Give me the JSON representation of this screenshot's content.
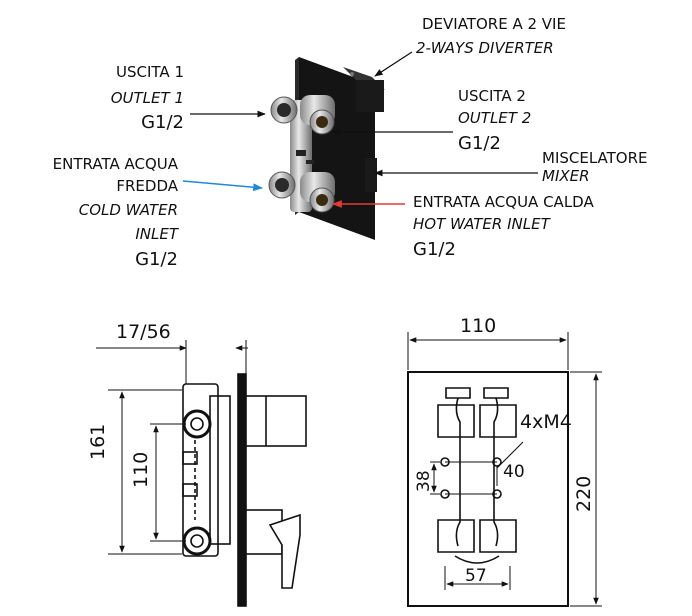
{
  "top_labels": {
    "diverter_it": "DEVIATORE A 2 VIE",
    "diverter_en": "2-WAYS DIVERTER",
    "outlet1_it": "USCITA 1",
    "outlet1_en": "OUTLET 1",
    "outlet1_size": "G1/2",
    "outlet2_it": "USCITA 2",
    "outlet2_en": "OUTLET 2",
    "outlet2_size": "G1/2",
    "mixer_it": "MISCELATORE",
    "mixer_en": "MIXER",
    "cold_it_1": "ENTRATA ACQUA",
    "cold_it_2": "FREDDA",
    "cold_en_1": "COLD WATER",
    "cold_en_2": "INLET",
    "cold_size": "G1/2",
    "hot_it": "ENTRATA ACQUA CALDA",
    "hot_en": "HOT WATER INLET",
    "hot_size": "G1/2"
  },
  "dimensions": {
    "depth": "17/56",
    "height_total": "161",
    "height_axis": "110",
    "width": "110",
    "plate_height": "220",
    "screws": "4xM4",
    "screw_h": "40",
    "screw_v": "38",
    "bottom_w": "57"
  },
  "colors": {
    "cold_arrow": "#1e88d9",
    "hot_arrow": "#e53935",
    "line": "#111111"
  }
}
